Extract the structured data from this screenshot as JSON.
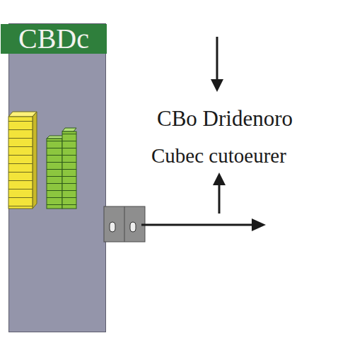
{
  "diagram": {
    "nodes": [
      {
        "text": [
          "CBDc"
        ]
      }
    ],
    "labels": [
      "CBo Dridenoro",
      "Cubec cutoeurer"
    ]
  }
}
